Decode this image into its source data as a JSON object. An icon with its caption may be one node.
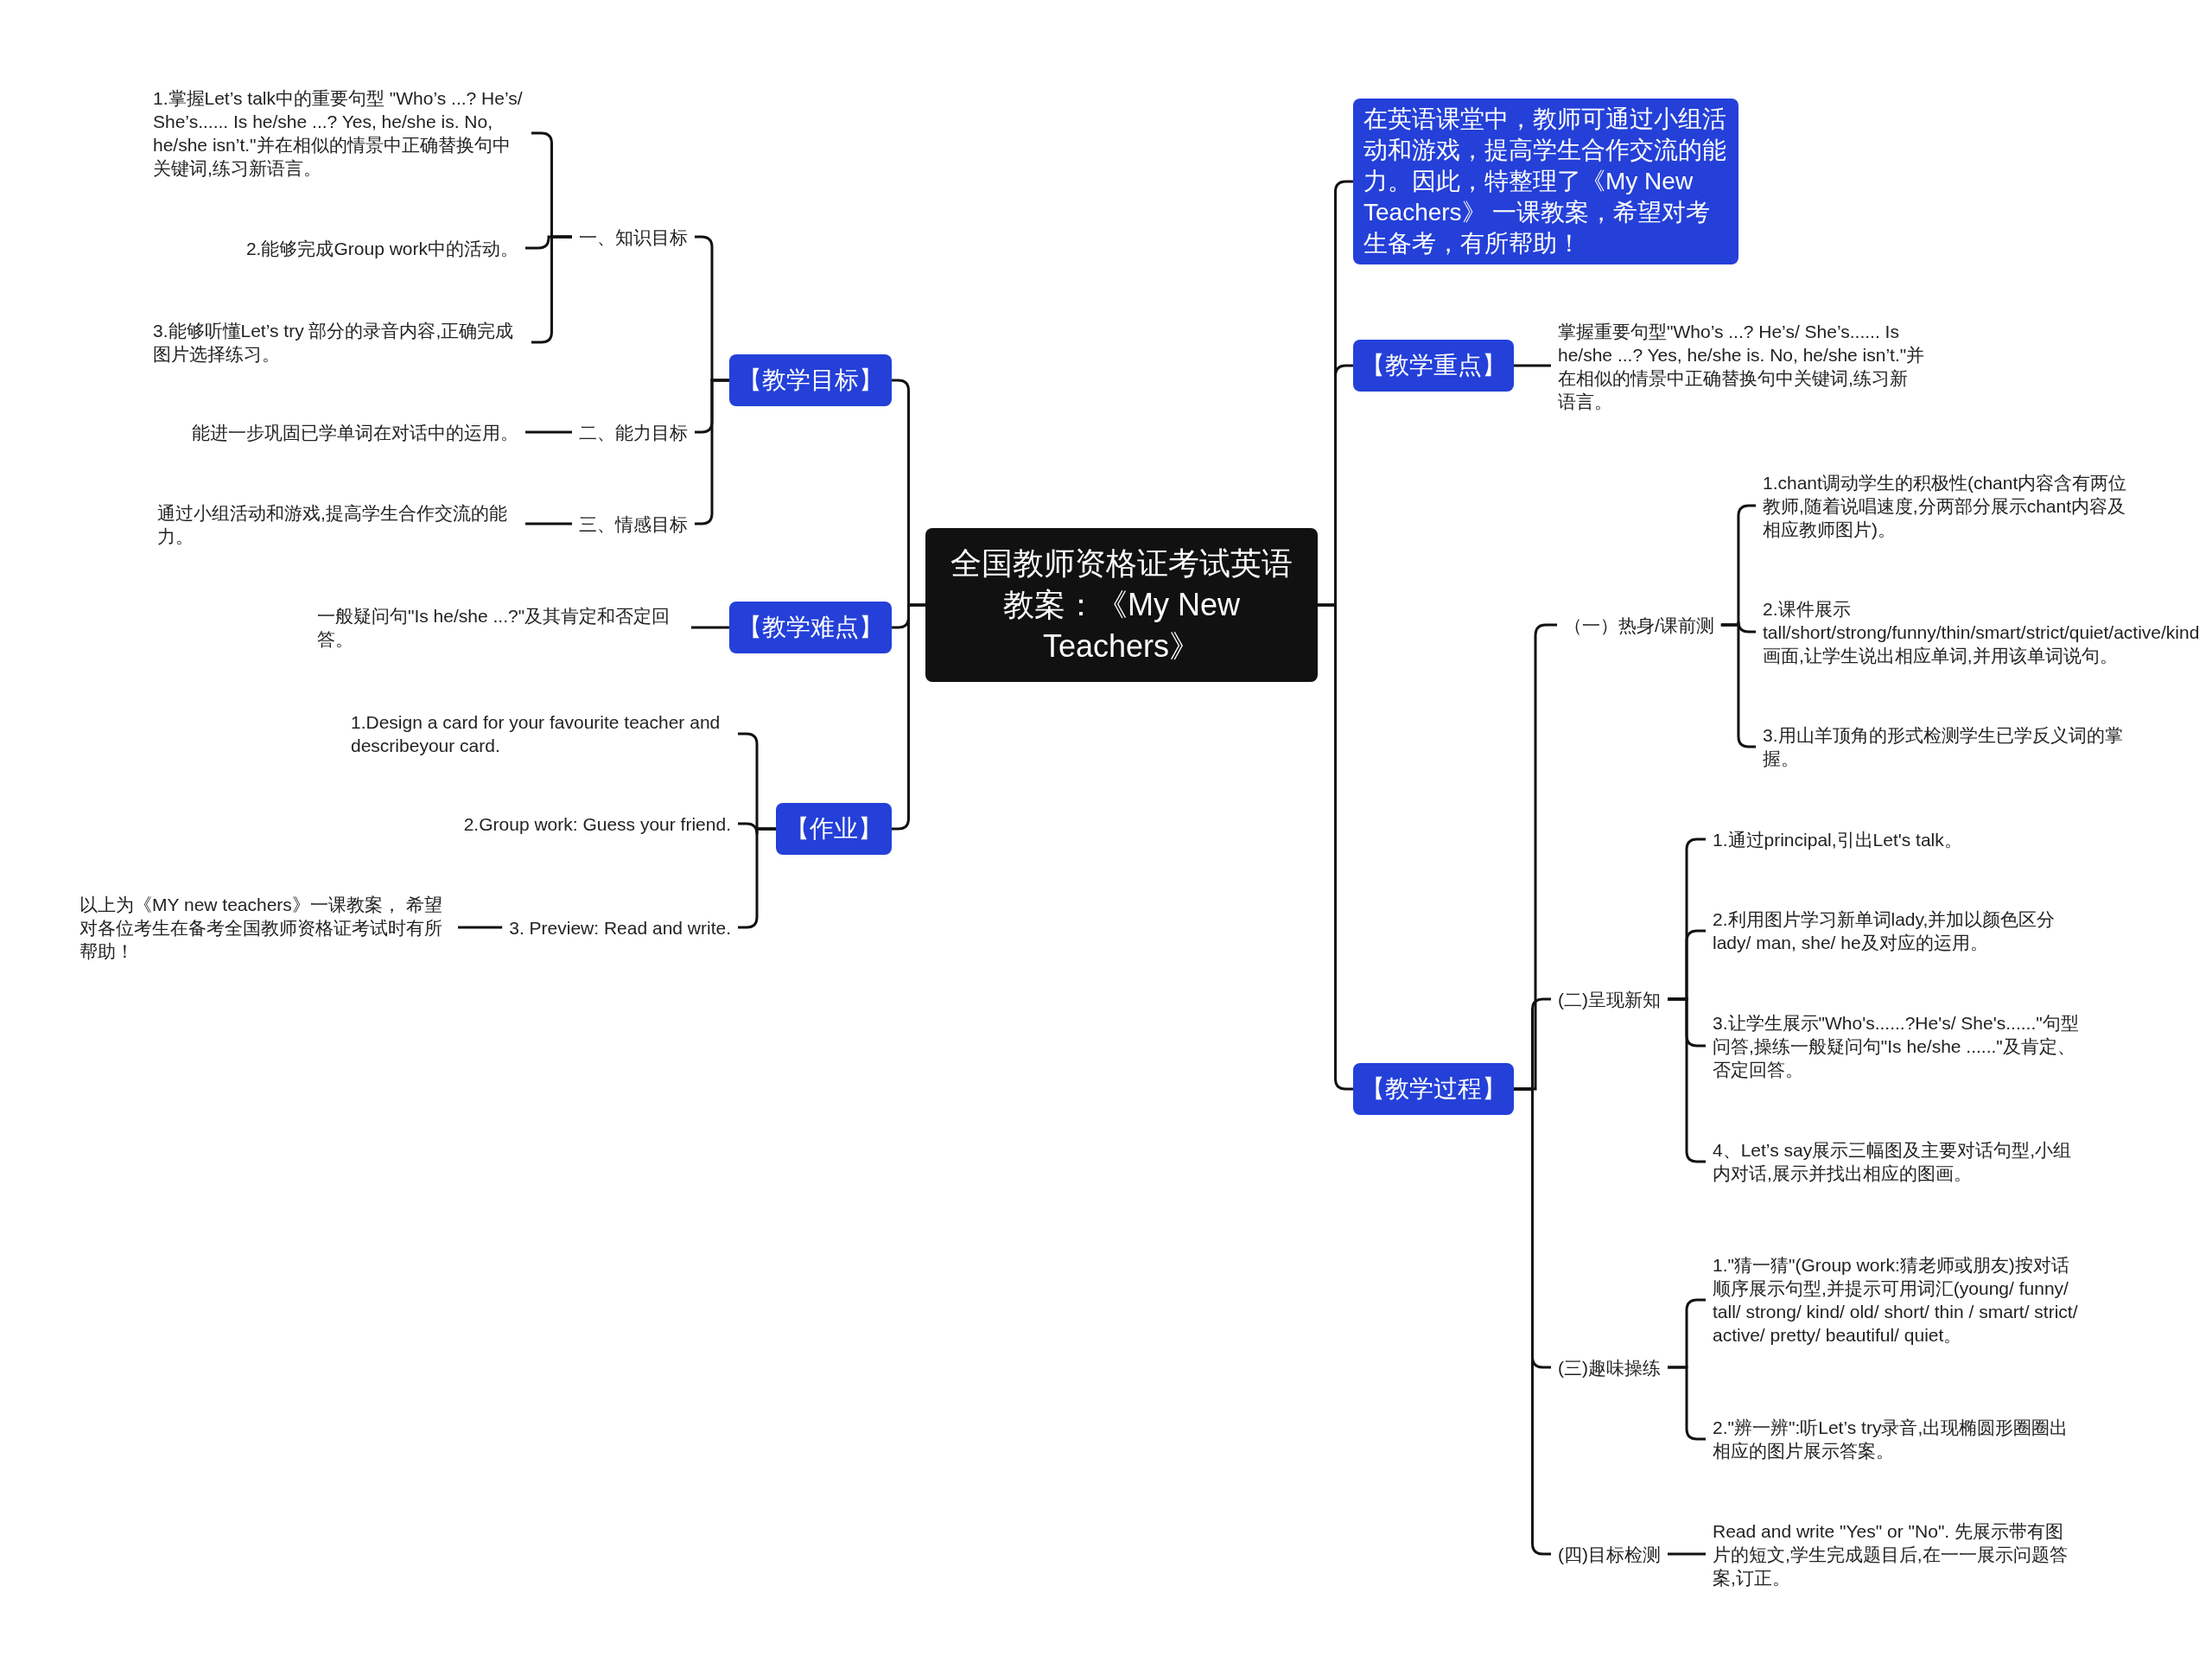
{
  "diagram": {
    "nodes": [
      {
        "text": [
          "全国教师资格证考试英语教案：《My New Teachers》"
        ]
      },
      {
        "text": [
          "【教学目标】"
        ]
      },
      {
        "text": [
          "一、知识目标"
        ]
      },
      {
        "text": [
          "1.掌握Let’s talk中的重要句型 \"Who’s ...? He’s/ She’s...... Is he/she ...? Yes, he/she is. No, he/she isn’t.\"并在相似的情景中正确替换句中关键词,练习新语言。"
        ]
      },
      {
        "text": [
          "2.能够完成Group work中的活动。"
        ]
      },
      {
        "text": [
          "3.能够听懂Let’s try 部分的录音内容,正确完成图片选择练习。"
        ]
      },
      {
        "text": [
          "二、能力目标"
        ]
      },
      {
        "text": [
          "能进一步巩固已学单词在对话中的运用。"
        ]
      },
      {
        "text": [
          "三、情感目标"
        ]
      },
      {
        "text": [
          "通过小组活动和游戏,提高学生合作交流的能力。"
        ]
      },
      {
        "text": [
          "【教学难点】"
        ]
      },
      {
        "text": [
          "一般疑问句\"Is he/she ...?\"及其肯定和否定回答。"
        ]
      },
      {
        "text": [
          "【作业】"
        ]
      },
      {
        "text": [
          "1.Design a card for your favourite teacher and describeyour card."
        ]
      },
      {
        "text": [
          "2.Group work: Guess your friend."
        ]
      },
      {
        "text": [
          "3. Preview: Read and write."
        ]
      },
      {
        "text": [
          "以上为《MY new teachers》一课教案， 希望对各位考生在备考全国教师资格证考试时有所帮助！"
        ]
      },
      {
        "text": [
          "在英语课堂中，教师可通过小组活动和游戏，提高学生合作交流的能力。因此，特整理了《My New Teachers》 一课教案，希望对考生备考，有所帮助！"
        ]
      },
      {
        "text": [
          "【教学重点】"
        ]
      },
      {
        "text": [
          "掌握重要句型\"Who’s ...? He’s/ She’s...... Is he/she ...? Yes, he/she is. No, he/she isn’t.\"并在相似的情景中正确替换句中关键词,练习新语言。"
        ]
      },
      {
        "text": [
          "【教学过程】"
        ]
      },
      {
        "text": [
          "（一）热身/课前测"
        ]
      },
      {
        "text": [
          "1.chant调动学生的积极性(chant内容含有两位教师,随着说唱速度,分两部分展示chant内容及相应教师图片)。"
        ]
      },
      {
        "text": [
          "2.课件展示tall/short/strong/funny/thin/smart/strict/quiet/active/kind画面,让学生说出相应单词,并用该单词说句。"
        ]
      },
      {
        "text": [
          "3.用山羊顶角的形式检测学生已学反义词的掌握。"
        ]
      },
      {
        "text": [
          "(二)呈现新知"
        ]
      },
      {
        "text": [
          "1.通过principal,引出Let's talk。"
        ]
      },
      {
        "text": [
          "2.利用图片学习新单词lady,并加以颜色区分lady/ man, she/ he及对应的运用。"
        ]
      },
      {
        "text": [
          "3.让学生展示\"Who's......?He's/ She's......\"句型问答,操练一般疑问句\"Is he/she ......\"及肯定、否定回答。"
        ]
      },
      {
        "text": [
          "4、Let’s say展示三幅图及主要对话句型,小组内对话,展示并找出相应的图画。"
        ]
      },
      {
        "text": [
          "(三)趣味操练"
        ]
      },
      {
        "text": [
          "1.\"猜一猜\"(Group work:猜老师或朋友)按对话顺序展示句型,并提示可用词汇(young/ funny/ tall/ strong/ kind/ old/ short/ thin / smart/ strict/ active/ pretty/ beautiful/ quiet。"
        ]
      },
      {
        "text": [
          "2.\"辨一辨\":听Let’s try录音,出现椭圆形圈圈出相应的图片展示答案。"
        ]
      },
      {
        "text": [
          "(四)目标检测"
        ]
      },
      {
        "text": [
          "Read and write \"Yes\" or \"No\". 先展示带有图片的短文,学生完成题目后,在一一展示问题答案,订正。"
        ]
      }
    ],
    "edges": [
      {
        "from": 0,
        "to": 1,
        "arrow": "none"
      },
      {
        "from": 1,
        "to": 2,
        "arrow": "none"
      },
      {
        "from": 2,
        "to": 3,
        "arrow": "none"
      },
      {
        "from": 2,
        "to": 4,
        "arrow": "none"
      },
      {
        "from": 2,
        "to": 5,
        "arrow": "none"
      },
      {
        "from": 1,
        "to": 6,
        "arrow": "none"
      },
      {
        "from": 6,
        "to": 7,
        "arrow": "none"
      },
      {
        "from": 1,
        "to": 8,
        "arrow": "none"
      },
      {
        "from": 8,
        "to": 9,
        "arrow": "none"
      },
      {
        "from": 0,
        "to": 10,
        "arrow": "none"
      },
      {
        "from": 10,
        "to": 11,
        "arrow": "none"
      },
      {
        "from": 0,
        "to": 12,
        "arrow": "none"
      },
      {
        "from": 12,
        "to": 13,
        "arrow": "none"
      },
      {
        "from": 12,
        "to": 14,
        "arrow": "none"
      },
      {
        "from": 12,
        "to": 15,
        "arrow": "none"
      },
      {
        "from": 15,
        "to": 16,
        "arrow": "none"
      },
      {
        "from": 0,
        "to": 17,
        "arrow": "none"
      },
      {
        "from": 0,
        "to": 18,
        "arrow": "none"
      },
      {
        "from": 18,
        "to": 19,
        "arrow": "none"
      },
      {
        "from": 0,
        "to": 20,
        "arrow": "none"
      },
      {
        "from": 20,
        "to": 21,
        "arrow": "none"
      },
      {
        "from": 21,
        "to": 22,
        "arrow": "none"
      },
      {
        "from": 21,
        "to": 23,
        "arrow": "none"
      },
      {
        "from": 21,
        "to": 24,
        "arrow": "none"
      },
      {
        "from": 20,
        "to": 25,
        "arrow": "none"
      },
      {
        "from": 25,
        "to": 26,
        "arrow": "none"
      },
      {
        "from": 25,
        "to": 27,
        "arrow": "none"
      },
      {
        "from": 25,
        "to": 28,
        "arrow": "none"
      },
      {
        "from": 25,
        "to": 29,
        "arrow": "none"
      },
      {
        "from": 20,
        "to": 30,
        "arrow": "none"
      },
      {
        "from": 30,
        "to": 31,
        "arrow": "none"
      },
      {
        "from": 30,
        "to": 32,
        "arrow": "none"
      },
      {
        "from": 20,
        "to": 33,
        "arrow": "none"
      },
      {
        "from": 33,
        "to": 34,
        "arrow": "none"
      }
    ]
  }
}
